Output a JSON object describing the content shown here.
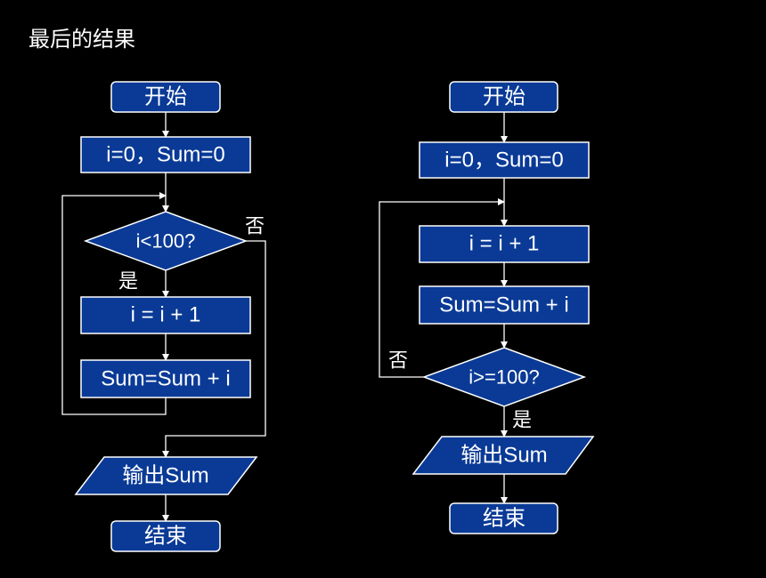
{
  "slide_title": "最后的结果",
  "colors": {
    "background": "#000000",
    "box_fill": "#0a3a96",
    "box_stroke": "#ffffff",
    "text": "#ffffff",
    "line": "#ffffff"
  },
  "left_flowchart": {
    "start": "开始",
    "init": "i=0，Sum=0",
    "condition": "i<100?",
    "yes_label": "是",
    "no_label": "否",
    "increment": "i = i + 1",
    "accumulate": "Sum=Sum + i",
    "output": "输出Sum",
    "end": "结束"
  },
  "right_flowchart": {
    "start": "开始",
    "init": "i=0，Sum=0",
    "increment": "i = i + 1",
    "accumulate": "Sum=Sum + i",
    "condition": "i>=100?",
    "no_label": "否",
    "yes_label": "是",
    "output": "输出Sum",
    "end": "结束"
  }
}
